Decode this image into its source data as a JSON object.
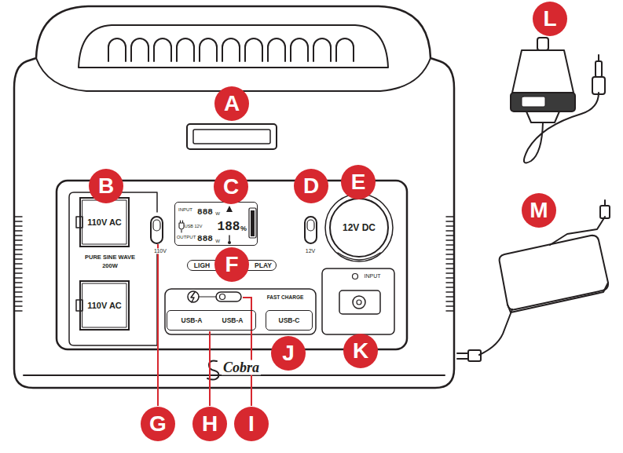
{
  "diagram": {
    "nodes": [
      {
        "text": [
          "A"
        ]
      },
      {
        "text": [
          "B"
        ]
      },
      {
        "text": [
          "C"
        ]
      },
      {
        "text": [
          "D"
        ]
      },
      {
        "text": [
          "E"
        ]
      },
      {
        "text": [
          "110V AC"
        ]
      },
      {
        "text": [
          "INPUT",
          "888",
          "W",
          "USB 12V",
          "188",
          "%",
          "OUTPUT",
          "888",
          "W"
        ]
      },
      {
        "text": [
          "12V DC"
        ]
      },
      {
        "text": [
          "F"
        ]
      },
      {
        "text": [
          "LIGH",
          "PLAY"
        ]
      },
      {
        "text": [
          "110V AC"
        ]
      },
      {
        "text": [
          "USB-A",
          "USB-A"
        ]
      },
      {
        "text": [
          "USB-C"
        ]
      },
      {
        "text": [
          "J"
        ]
      },
      {
        "text": [
          "K"
        ]
      },
      {
        "text": [
          "G"
        ]
      },
      {
        "text": [
          "H"
        ]
      },
      {
        "text": [
          "I"
        ]
      },
      {
        "text": [
          "L"
        ]
      },
      {
        "text": [
          "M"
        ]
      }
    ],
    "labels": [
      "PURE SINE WAVE",
      "200W",
      "110V",
      "12V",
      "FAST CHARGE",
      "INPUT",
      "Cobra"
    ]
  }
}
